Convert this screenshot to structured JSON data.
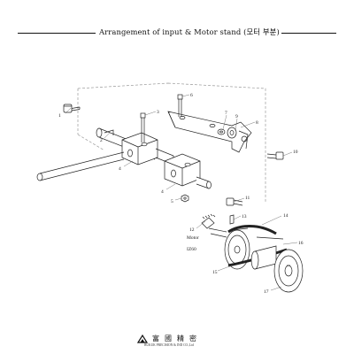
{
  "header": {
    "title": "Arrangement of input & Motor stand (모터 부분)"
  },
  "parts": [
    {
      "id": "p1",
      "label": "1"
    },
    {
      "id": "p2",
      "label": "2"
    },
    {
      "id": "p3",
      "label": "3"
    },
    {
      "id": "p4a",
      "label": "4"
    },
    {
      "id": "p4b",
      "label": "4"
    },
    {
      "id": "p5",
      "label": "5"
    },
    {
      "id": "p6",
      "label": "6"
    },
    {
      "id": "p7",
      "label": "7"
    },
    {
      "id": "p8",
      "label": "8"
    },
    {
      "id": "p9",
      "label": "9"
    },
    {
      "id": "p10",
      "label": "10"
    },
    {
      "id": "p11",
      "label": "11"
    },
    {
      "id": "p12",
      "label": "12"
    },
    {
      "id": "p13",
      "label": "13"
    },
    {
      "id": "p14",
      "label": "14"
    },
    {
      "id": "p15",
      "label": "15"
    },
    {
      "id": "p16",
      "label": "16"
    },
    {
      "id": "p17",
      "label": "17"
    }
  ],
  "motor": {
    "label": "Motor",
    "model": "IZ60"
  },
  "footer": {
    "company_cn": "富國精密",
    "company_en": "BUKUK PRECISION & IND CO.,Ltd"
  }
}
